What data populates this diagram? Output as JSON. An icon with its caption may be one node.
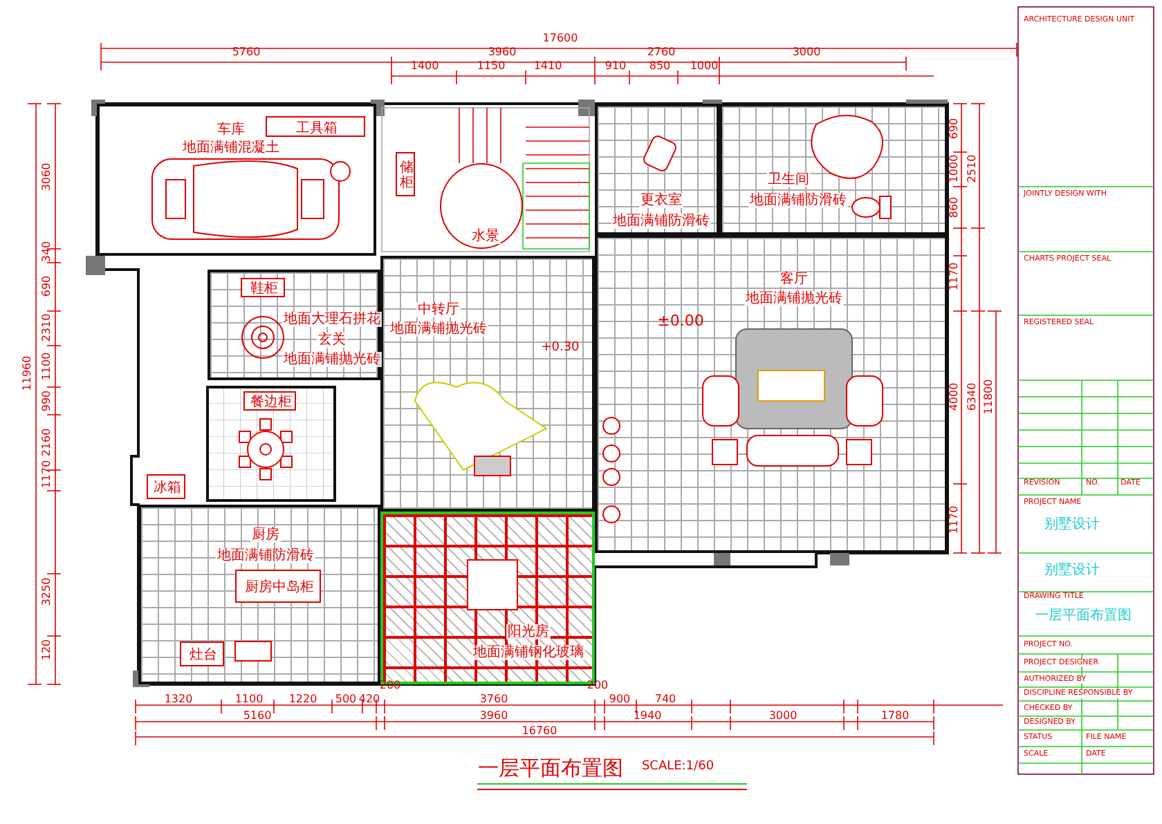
{
  "diagram": {
    "title": "一层平面布置图",
    "nodes": [
      {
        "text": [
          "车库",
          "地面满铺混凝土"
        ]
      },
      {
        "text": [
          "工具箱"
        ],
        "in": 0
      },
      {
        "text": [
          "储柜"
        ]
      },
      {
        "text": [
          "水景"
        ]
      },
      {
        "text": [
          "更衣室",
          "地面满铺防滑砖"
        ]
      },
      {
        "text": [
          "卫生间",
          "地面满铺防滑砖"
        ]
      },
      {
        "text": [
          "中转厅",
          "地面满铺抛光砖"
        ]
      },
      {
        "text": [
          "地面大理石拼花",
          "玄关",
          "地面满铺抛光砖"
        ]
      },
      {
        "text": [
          "鞋柜"
        ],
        "in": 7
      },
      {
        "text": [
          "餐边柜"
        ]
      },
      {
        "text": [
          "冰箱"
        ]
      },
      {
        "text": [
          "厨房",
          "地面满铺防滑砖"
        ]
      },
      {
        "text": [
          "厨房中岛柜"
        ],
        "in": 11
      },
      {
        "text": [
          "灶台"
        ],
        "in": 11
      },
      {
        "text": [
          "阳光房",
          "地面满铺钢化玻璃"
        ]
      },
      {
        "text": [
          "客厅",
          "地面满铺抛光砖"
        ]
      }
    ],
    "labels": [
      "17600",
      "5760",
      "3960",
      "1400",
      "1150",
      "1410",
      "2760",
      "910",
      "850",
      "1000",
      "3000",
      "11960",
      "3060",
      "340",
      "690",
      "2310",
      "1100",
      "990",
      "2160",
      "1170",
      "3250",
      "120",
      "690",
      "1000",
      "860",
      "2510",
      "1170",
      "4000",
      "6340",
      "11800",
      "1170",
      "1320",
      "1100",
      "1220",
      "500",
      "420",
      "200",
      "3760",
      "200",
      "900",
      "740",
      "5160",
      "3960",
      "1940",
      "3000",
      "1780",
      "16760",
      "+0.30",
      "±0.00",
      "SCALE:1/60",
      "ARCHITECTURE DESIGN UNIT",
      "JOINTLY DESIGN WITH",
      "CHARTS PROJECT SEAL",
      "REGISTERED SEAL",
      "REVISION",
      "NO.",
      "DATE",
      "PROJECT NAME",
      "别墅设计",
      "别墅设计",
      "DRAWING TITLE",
      "一层平面布置图",
      "PROJECT NO.",
      "PROJECT DESIGNER",
      "AUTHORIZED BY",
      "DISCIPLINE RESPONSIBLE BY",
      "CHECKED BY",
      "DESIGNED BY",
      "STATUS",
      "FILE NAME",
      "SCALE",
      "DATE"
    ]
  }
}
